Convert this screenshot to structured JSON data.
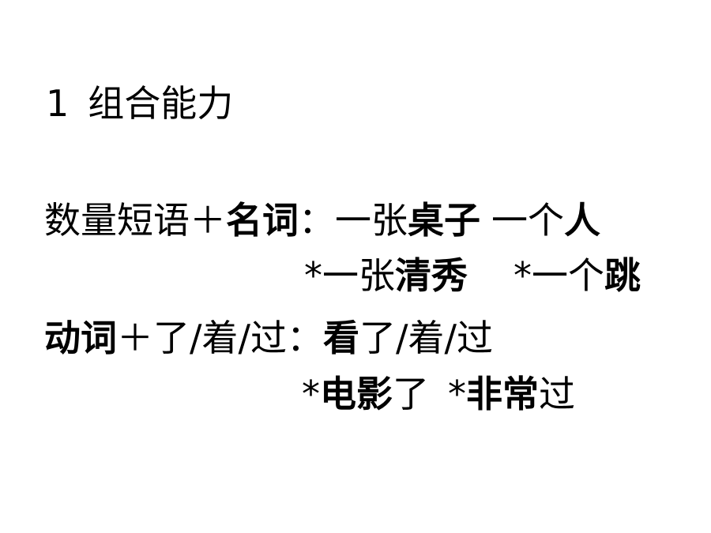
{
  "title": {
    "number": "1",
    "text": "组合能力"
  },
  "noun_rule": {
    "normal": "数量短语＋",
    "bold": "名词",
    "colon": "：",
    "example1_pre": "一张",
    "example1_bold": "桌子",
    "example2_pre": "一个",
    "example2_bold": "人"
  },
  "noun_counter": {
    "bad1_pre": "*一张",
    "bad1_bold": "清秀",
    "bad2_pre": "*一个",
    "bad2_bold": "跳"
  },
  "verb_rule": {
    "bold": "动词",
    "normal": "＋了/着/过：",
    "example_bold": "看",
    "example_post": "了/着/过"
  },
  "verb_counter": {
    "bad1_star": "*",
    "bad1_bold": "电影",
    "bad1_post": "了",
    "bad2_star": "*",
    "bad2_bold": "非常",
    "bad2_post": "过"
  }
}
